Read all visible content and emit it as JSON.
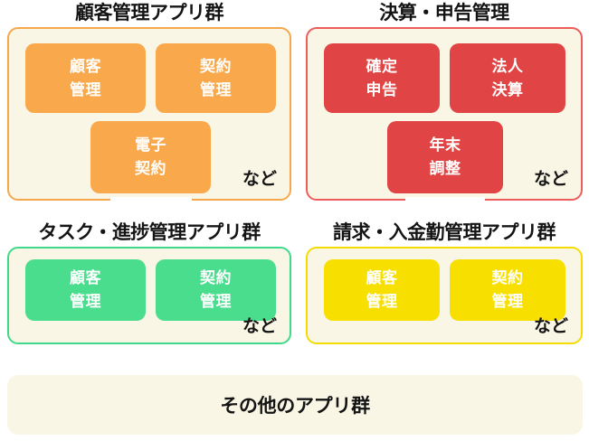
{
  "diagram": {
    "groups": [
      {
        "id": "customer-management",
        "title": "顧客管理アプリ群",
        "accent": "#F9A94C",
        "border": "#F5A74C",
        "panel_bg": "#FAF6E6",
        "etc_label": "など",
        "cards": [
          {
            "line1": "顧客",
            "line2": "管理"
          },
          {
            "line1": "契約",
            "line2": "管理"
          },
          {
            "line1": "電子",
            "line2": "契約"
          }
        ]
      },
      {
        "id": "settlement-filing-management",
        "title": "決算・申告管理",
        "accent": "#E04444",
        "border": "#EF5C5C",
        "panel_bg": "#FAF6E6",
        "etc_label": "など",
        "cards": [
          {
            "line1": "確定",
            "line2": "申告"
          },
          {
            "line1": "法人",
            "line2": "決算"
          },
          {
            "line1": "年末",
            "line2": "調整"
          }
        ]
      },
      {
        "id": "task-progress-management",
        "title": "タスク・進捗管理アプリ群",
        "accent": "#4BDD8E",
        "border": "#3FD98A",
        "panel_bg": "#FAF6E6",
        "etc_label": "など",
        "cards": [
          {
            "line1": "顧客",
            "line2": "管理"
          },
          {
            "line1": "契約",
            "line2": "管理"
          }
        ]
      },
      {
        "id": "billing-payment-management",
        "title": "請求・入金勤管理アプリ群",
        "accent": "#F7DF00",
        "border": "#F5DC00",
        "panel_bg": "#FAF6E6",
        "etc_label": "など",
        "cards": [
          {
            "line1": "顧客",
            "line2": "管理"
          },
          {
            "line1": "契約",
            "line2": "管理"
          }
        ]
      }
    ],
    "footer_band": {
      "label": "その他のアプリ群",
      "bg": "#FAF6E6"
    }
  }
}
